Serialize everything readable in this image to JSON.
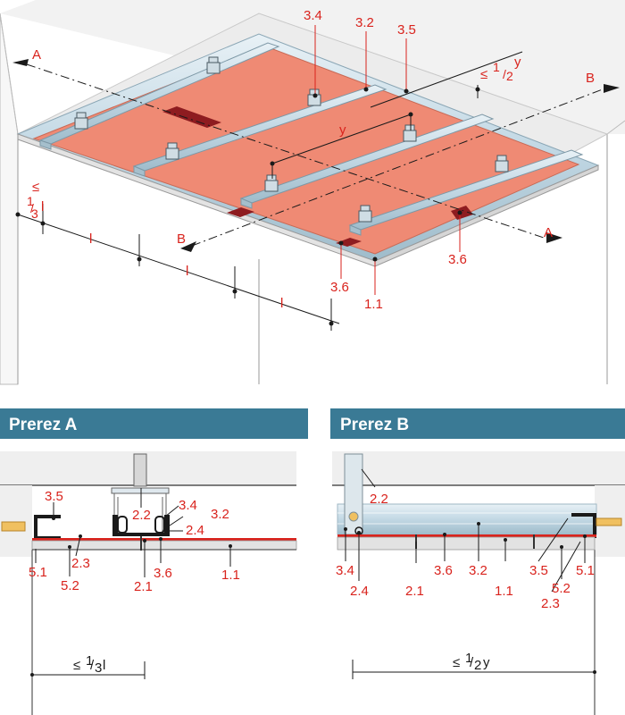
{
  "colors": {
    "accent_red": "#d9231d",
    "board_salmon": "#ef8a74",
    "board_dark": "#8e1c20",
    "profile_steel": "#c6dce8",
    "header_teal": "#3a7a95",
    "ceiling_grey": "#efefef"
  },
  "top_view": {
    "labels": {
      "p_3_4": "3.4",
      "p_3_2": "3.2",
      "p_3_5": "3.5",
      "p_3_6_right": "3.6",
      "p_3_6_left": "3.6",
      "p_1_1": "1.1",
      "y_mid": "y"
    },
    "section_marks": {
      "a_left": "A",
      "a_right": "A",
      "b_left": "B",
      "b_right": "B"
    },
    "dims": {
      "top_right_prefix": "≤",
      "top_right_num": "1",
      "top_right_den": "2",
      "top_right_var": "y",
      "left_prefix": "≤",
      "left_num": "1",
      "left_den": "3",
      "left_var": "l",
      "span_1": "l",
      "span_2": "l",
      "span_3": "l"
    }
  },
  "section_a": {
    "title": "Prerez A",
    "labels": {
      "p_3_5": "3.5",
      "p_3_4": "3.4",
      "p_2_2": "2.2",
      "p_3_2": "3.2",
      "p_2_4": "2.4",
      "p_5_1": "5.1",
      "p_2_3": "2.3",
      "p_5_2": "5.2",
      "p_2_1": "2.1",
      "p_3_6": "3.6",
      "p_1_1": "1.1"
    },
    "dim": {
      "prefix": "≤",
      "num": "1",
      "den": "3",
      "var": "l"
    }
  },
  "section_b": {
    "title": "Prerez B",
    "labels": {
      "p_2_2": "2.2",
      "p_3_4": "3.4",
      "p_2_4": "2.4",
      "p_2_1": "2.1",
      "p_3_6": "3.6",
      "p_3_2": "3.2",
      "p_1_1": "1.1",
      "p_3_5": "3.5",
      "p_5_2": "5.2",
      "p_5_1": "5.1",
      "p_2_3": "2.3"
    },
    "dim": {
      "prefix": "≤",
      "num": "1",
      "den": "2",
      "var": "y"
    }
  }
}
